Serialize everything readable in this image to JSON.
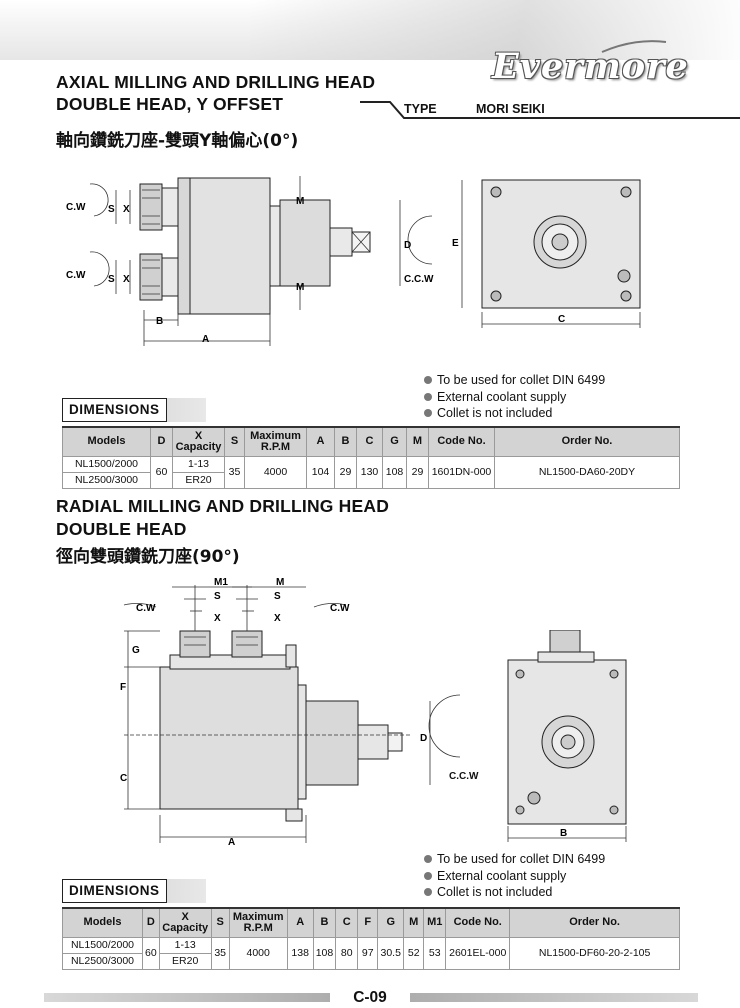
{
  "brand": {
    "logo_text": "Evermore"
  },
  "sections": [
    {
      "title_line1": "AXIAL MILLING AND DRILLING HEAD",
      "title_line2": "DOUBLE HEAD, Y OFFSET",
      "type_label": "TYPE",
      "type_value": "MORI SEIKI",
      "chinese_title": "軸向鑽銑刀座-雙頭Y軸偏心(0°)",
      "drawing_labels": {
        "cw_top": "C.W",
        "cw_bottom": "C.W",
        "ccw": "C.C.W",
        "s_top": "S",
        "x_top": "X",
        "s_bottom": "S",
        "x_bottom": "X",
        "m_top": "M",
        "m_bottom": "M",
        "d": "D",
        "e": "E",
        "a": "A",
        "b": "B",
        "c": "C"
      },
      "notes": [
        "To be used for collet DIN 6499",
        "External coolant supply",
        "Collet is not included"
      ],
      "dimensions_label": "DIMENSIONS",
      "table": {
        "headers": [
          "Models",
          "D",
          "X\nCapacity",
          "S",
          "Maximum\nR.P.M",
          "A",
          "B",
          "C",
          "G",
          "M",
          "Code No.",
          "Order No."
        ],
        "models": [
          "NL1500/2000",
          "NL2500/3000"
        ],
        "d": "60",
        "capacity": [
          "1-13",
          "ER20"
        ],
        "s": "35",
        "rpm": "4000",
        "a": "104",
        "b": "29",
        "c": "130",
        "g": "108",
        "m": "29",
        "code": "1601DN-000",
        "order": "NL1500-DA60-20DY"
      }
    },
    {
      "title_line1": "RADIAL MILLING AND DRILLING HEAD",
      "title_line2": "DOUBLE HEAD",
      "chinese_title": "徑向雙頭鑽銑刀座(90°)",
      "drawing_labels": {
        "m1": "M1",
        "m": "M",
        "s_left": "S",
        "x_left": "X",
        "s_right": "S",
        "x_right": "X",
        "cw_left": "C.W",
        "cw_right": "C.W",
        "ccw": "C.C.W",
        "g": "G",
        "f": "F",
        "c": "C",
        "d": "D",
        "a": "A",
        "b": "B"
      },
      "notes": [
        "To be used for collet DIN 6499",
        "External coolant supply",
        "Collet is not included"
      ],
      "dimensions_label": "DIMENSIONS",
      "table": {
        "headers": [
          "Models",
          "D",
          "X\nCapacity",
          "S",
          "Maximum\nR.P.M",
          "A",
          "B",
          "C",
          "F",
          "G",
          "M",
          "M1",
          "Code No.",
          "Order No."
        ],
        "models": [
          "NL1500/2000",
          "NL2500/3000"
        ],
        "d": "60",
        "capacity": [
          "1-13",
          "ER20"
        ],
        "s": "35",
        "rpm": "4000",
        "a": "138",
        "b": "108",
        "c": "80",
        "f": "97",
        "g": "30.5",
        "m": "52",
        "m1": "53",
        "code": "2601EL-000",
        "order": "NL1500-DF60-20-2-105"
      }
    }
  ],
  "footer": {
    "page": "C-09"
  }
}
